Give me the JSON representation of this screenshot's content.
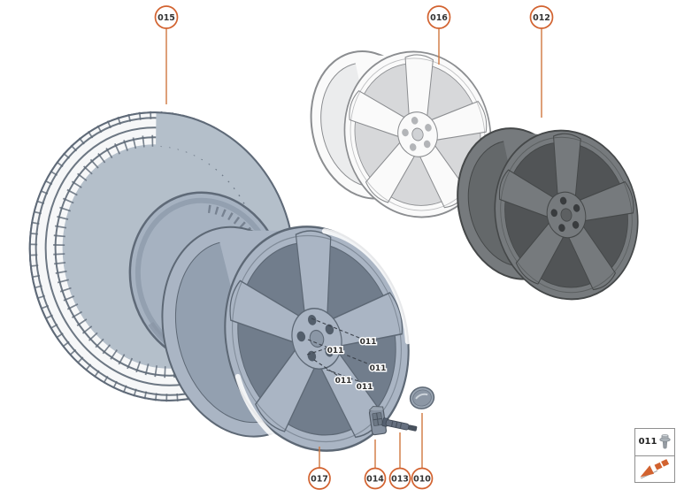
{
  "colors": {
    "accent": "#d2622f",
    "accent_line": "#d0773f",
    "label_ink": "#2d2d2d",
    "wheel_main": "#aab5c4",
    "wheel_white": "#fafafa",
    "wheel_dark": "#767a7d",
    "tire_sidewall": "#b4bfca",
    "outline": "#5d6875"
  },
  "callouts": {
    "tire": "015",
    "wheel_white": "016",
    "wheel_dark": "012",
    "wheel_main": "017",
    "tpms_sensor": "014",
    "valve": "013",
    "center_cap": "010"
  },
  "bolt_labels": [
    "011",
    "011",
    "011",
    "011",
    "011"
  ],
  "legend": {
    "part_number": "011",
    "icons": [
      "wheel-bolt-icon",
      "mounting-direction-arrow-icon"
    ]
  }
}
